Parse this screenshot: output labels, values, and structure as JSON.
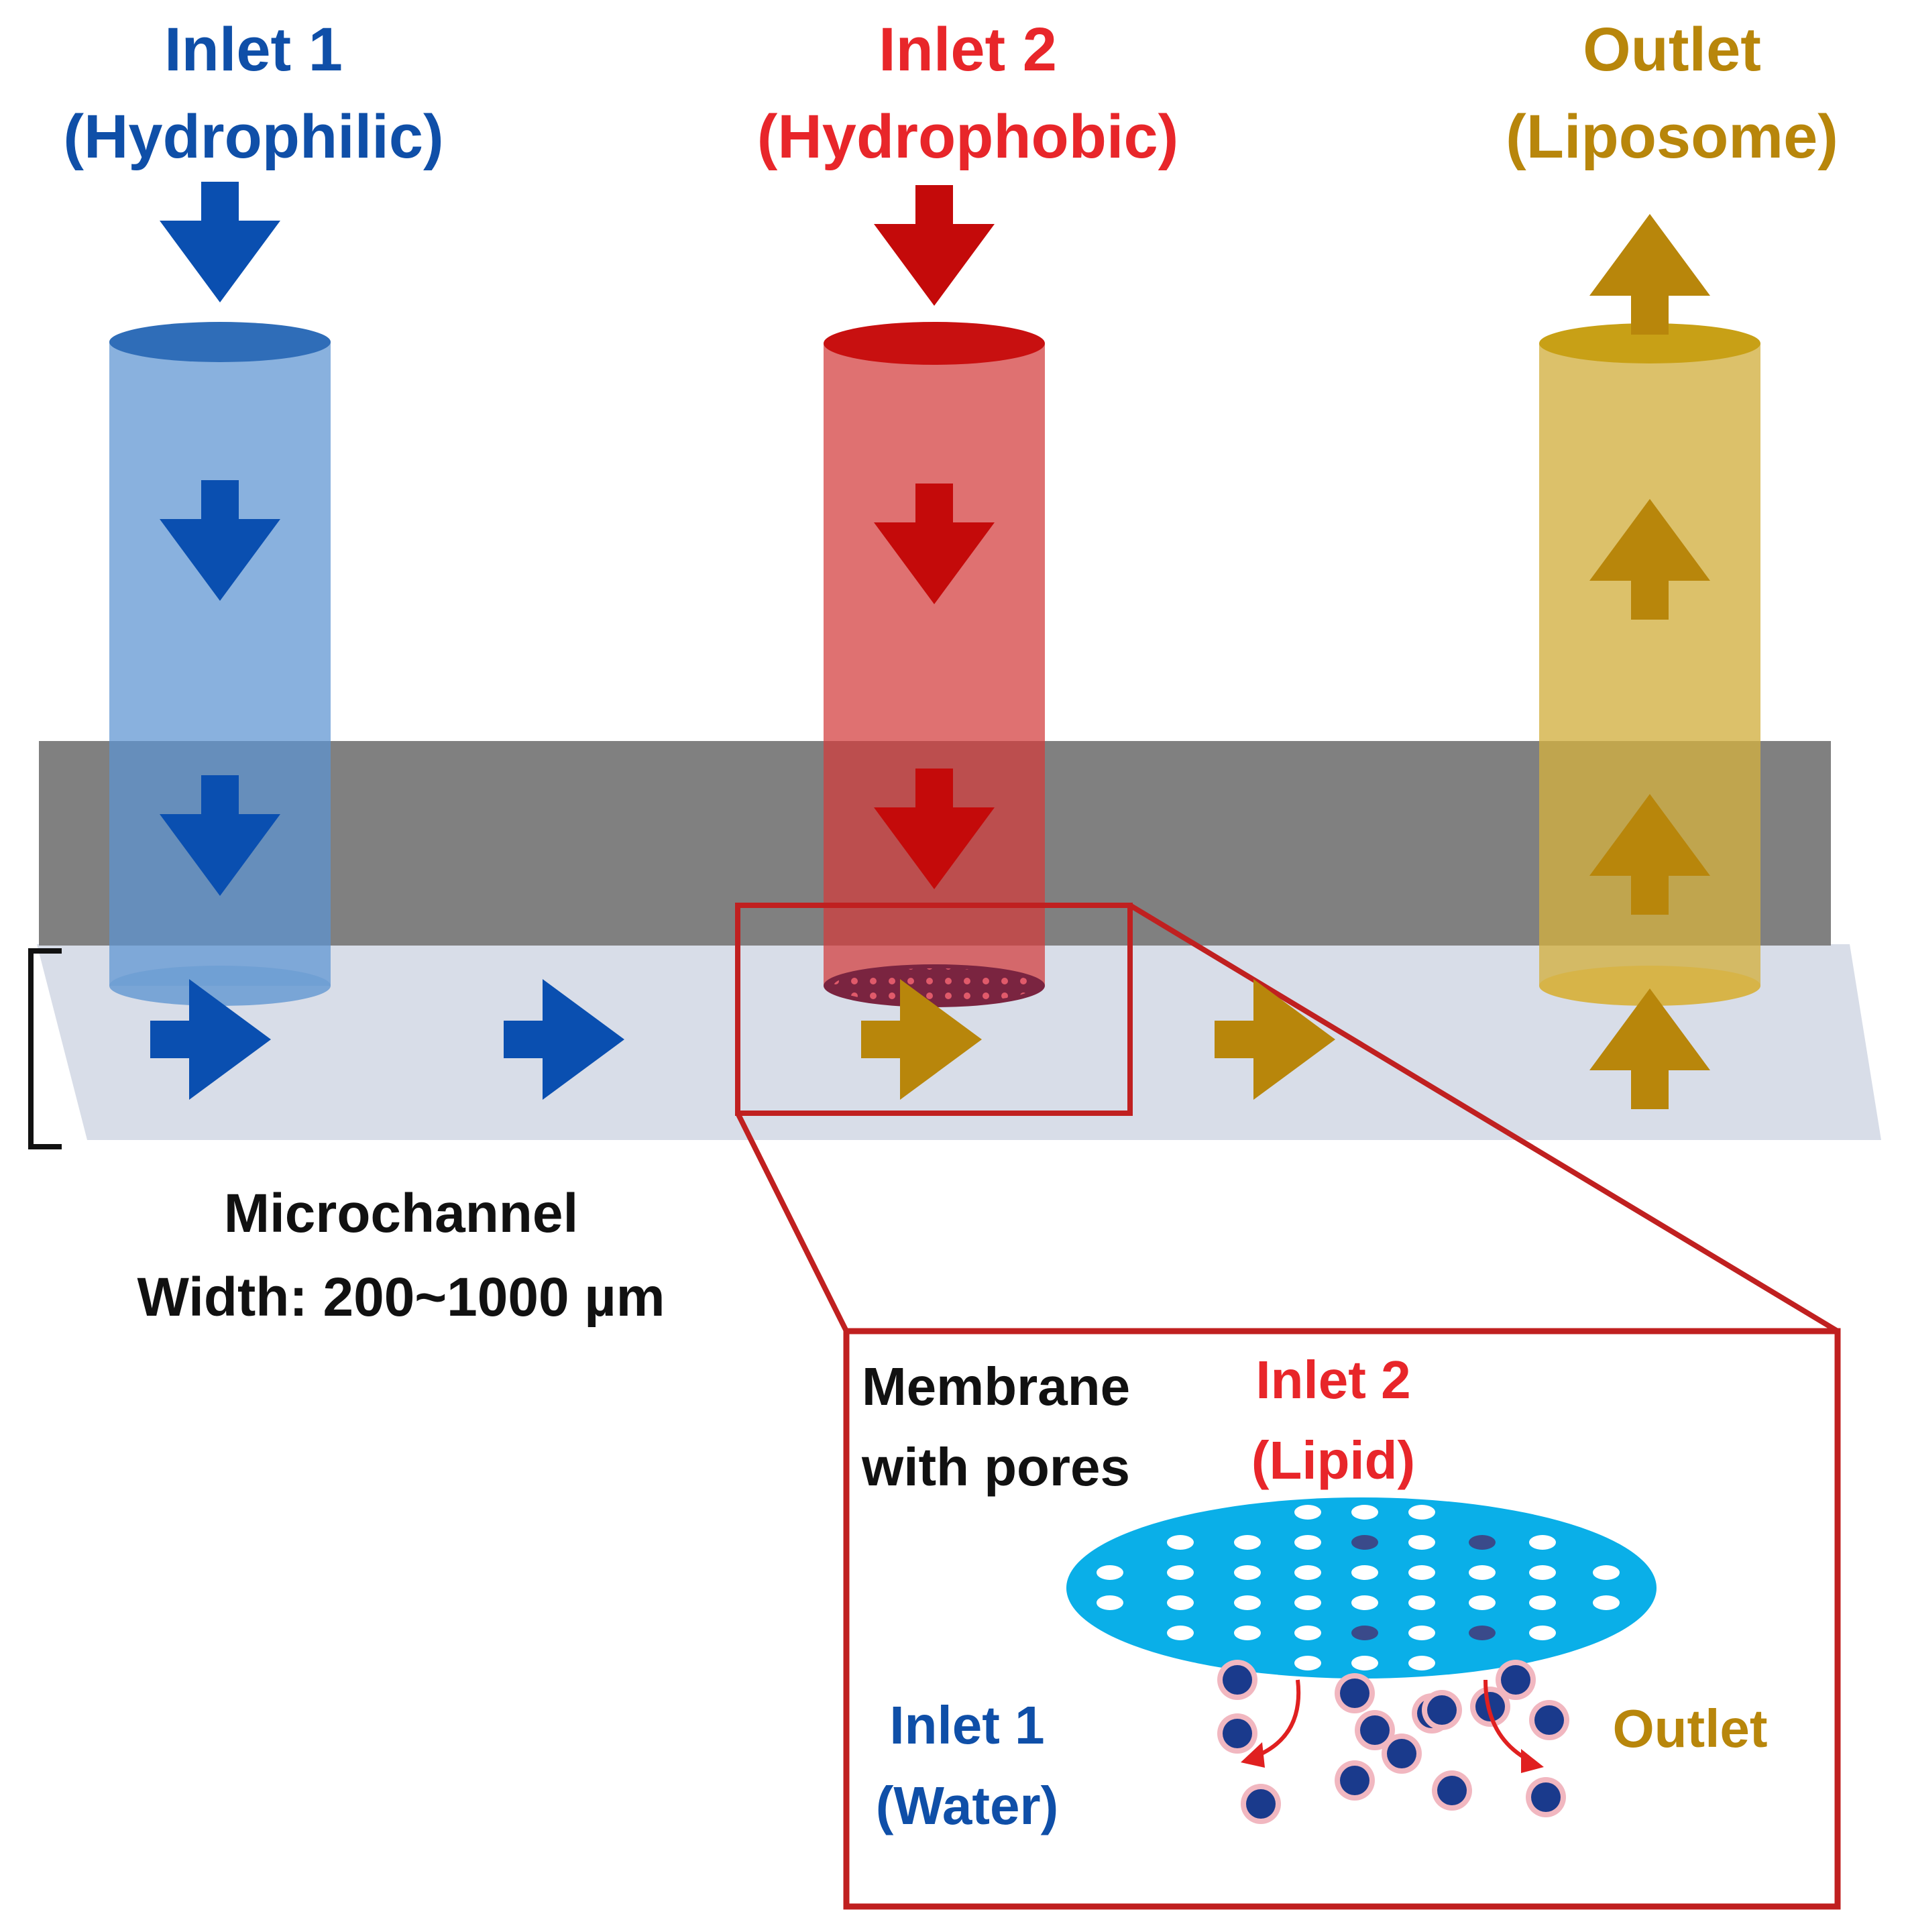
{
  "colors": {
    "inlet1": "#0a4fb0",
    "inlet2": "#c40a0a",
    "outlet": "#b8860b",
    "inlet1_label": "#0f4fa8",
    "inlet2_label": "#e8262a",
    "outlet_label": "#b8860b",
    "chip": "#808080",
    "channel": "#d8dde8",
    "membrane": "#0aafe8",
    "particle": "#1a3a8c",
    "zoom_frame": "#c02020"
  },
  "top_labels": {
    "inlet1": {
      "line1": "Inlet 1",
      "line2": "(Hydrophilic)"
    },
    "inlet2": {
      "line1": "Inlet 2",
      "line2": "(Hydrophobic)"
    },
    "outlet": {
      "line1": "Outlet",
      "line2": "(Liposome)"
    }
  },
  "microchannel": {
    "line1": "Microchannel",
    "line2": "Width: 200~1000 µm"
  },
  "inset": {
    "membrane": {
      "line1": "Membrane",
      "line2": "with pores"
    },
    "inlet2": {
      "line1": "Inlet 2",
      "line2": "(Lipid)"
    },
    "inlet1": {
      "line1": "Inlet 1",
      "line2": "(Water)"
    },
    "outlet": "Outlet"
  },
  "icons": {
    "flow_down": "arrow-down-icon",
    "flow_up": "arrow-up-icon",
    "flow_right": "arrow-right-icon"
  }
}
